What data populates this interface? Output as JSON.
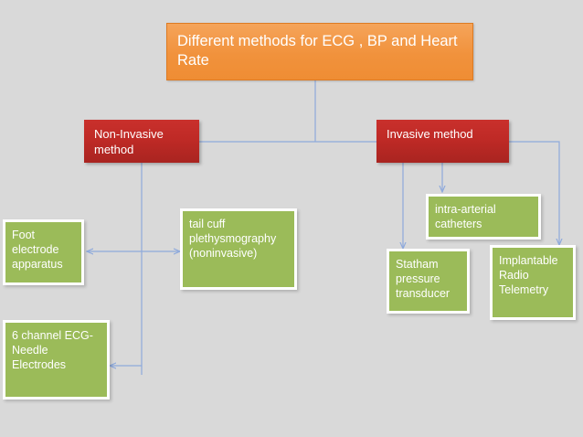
{
  "diagram": {
    "background_color": "#d9d9d9",
    "connector_color": "#8faadc",
    "nodes": {
      "title": {
        "label": "Different methods for ECG , BP and Heart Rate",
        "color": "#f1923c",
        "text_color": "#ffffff"
      },
      "non_invasive": {
        "label": "Non-Invasive method",
        "color": "#bf2a26",
        "text_color": "#ffffff"
      },
      "invasive": {
        "label": "Invasive method",
        "color": "#bf2a26",
        "text_color": "#ffffff"
      },
      "foot_electrode": {
        "label": "Foot electrode apparatus",
        "color": "#9bbb59",
        "text_color": "#ffffff"
      },
      "tail_cuff": {
        "label": "tail cuff plethysmography (noninvasive)",
        "color": "#9bbb59",
        "text_color": "#ffffff"
      },
      "ecg_needle": {
        "label": "6 channel ECG-Needle Electrodes",
        "color": "#9bbb59",
        "text_color": "#ffffff"
      },
      "intra_arterial": {
        "label": "intra-arterial catheters",
        "color": "#9bbb59",
        "text_color": "#ffffff"
      },
      "statham": {
        "label": "Statham pressure transducer",
        "color": "#9bbb59",
        "text_color": "#ffffff"
      },
      "implantable": {
        "label": "Implantable Radio Telemetry",
        "color": "#9bbb59",
        "text_color": "#ffffff"
      }
    }
  }
}
